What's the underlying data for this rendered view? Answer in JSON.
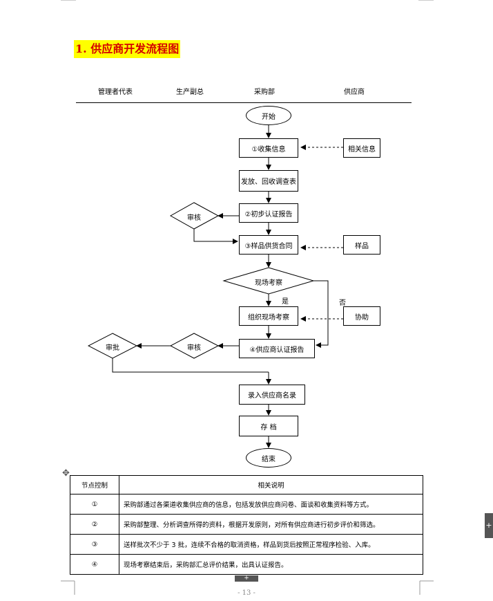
{
  "title": "1. 供应商开发流程图",
  "columns": [
    "管理者代表",
    "生产副总",
    "采购部",
    "供应商"
  ],
  "nodes": {
    "start": "开始",
    "collect": "①收集信息",
    "related_info": "相关信息",
    "survey": "发放、回收调查表",
    "initial_report": "②初步认证报告",
    "review1": "审核",
    "sample_contract": "③样品供货合同",
    "sample": "样品",
    "site_inspection": "现场考察",
    "yes": "是",
    "no": "否",
    "organize_inspection": "组织现场考察",
    "assist": "协助",
    "cert_report": "④供应商认证报告",
    "review2": "审核",
    "approve": "审批",
    "enter_list": "录入供应商名录",
    "archive": "存  档",
    "end": "结束"
  },
  "table": {
    "header": [
      "节点控制",
      "相关说明"
    ],
    "rows": [
      [
        "①",
        "采购部通过各渠道收集供应商的信息，包括发放供应商问卷、面谈和收集资料等方式。"
      ],
      [
        "②",
        "采购部整理、分析调查所得的资料，根据开发原则，对所有供应商进行初步评价和筛选。"
      ],
      [
        "③",
        "送样批次不少于 3 批，连续不合格的取消资格，样品到货后按照正常程序检验、入库。"
      ],
      [
        "④",
        "现场考察结束后，采购部汇总评价结果，出具认证报告。"
      ]
    ]
  },
  "page_number": "- 13 -",
  "icons": {
    "move": "move-handle-icon",
    "side_tab": "plus-icon",
    "bottom_tab": "plus-icon"
  }
}
